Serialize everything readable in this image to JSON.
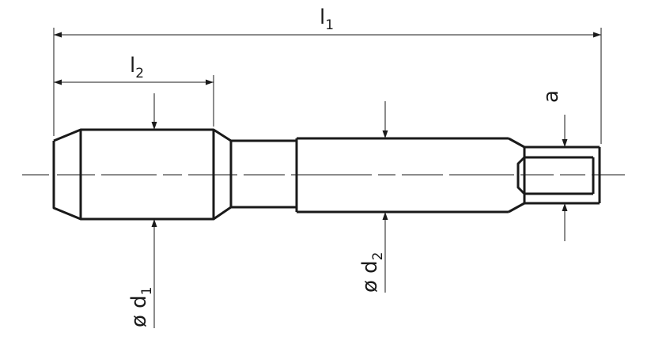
{
  "labels": {
    "l1": {
      "main": "l",
      "sub": "1"
    },
    "l2": {
      "main": "l",
      "sub": "2"
    },
    "d1": {
      "main": "ø d",
      "sub": "1"
    },
    "d2": {
      "main": "ø d",
      "sub": "2"
    },
    "a": "a"
  },
  "colors": {
    "line": "#1a1a1a",
    "background": "#ffffff"
  }
}
